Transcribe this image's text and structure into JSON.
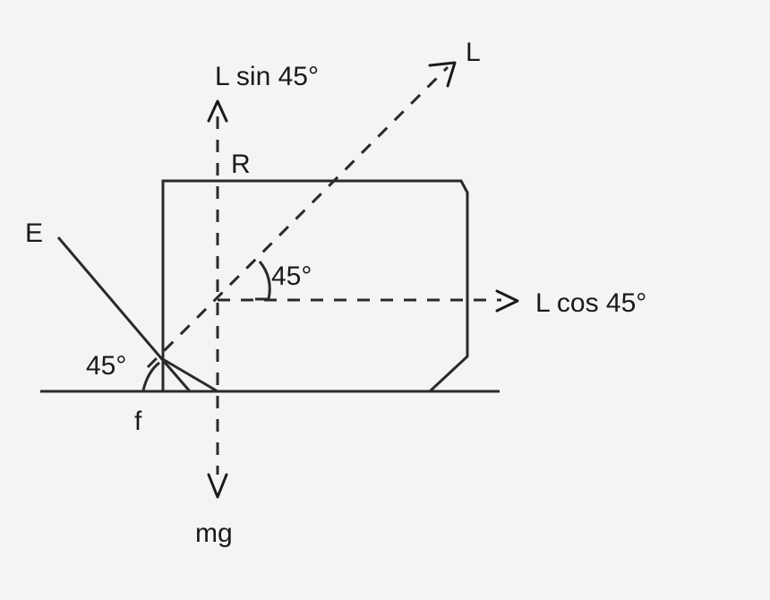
{
  "diagram": {
    "labels": {
      "lift": "L",
      "lift_vertical": "L sin 45°",
      "lift_horizontal": "L cos 45°",
      "reaction": "R",
      "edge": "E",
      "friction": "f",
      "weight": "mg",
      "angle_center": "45°",
      "angle_left": "45°"
    },
    "colors": {
      "ink": "#1a1a1a",
      "background": "#f4f4f4"
    }
  }
}
